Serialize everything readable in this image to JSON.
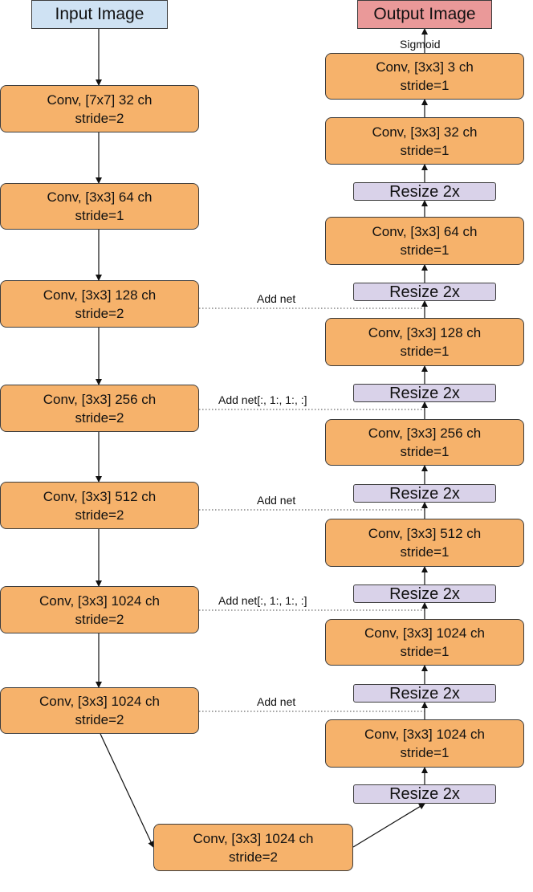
{
  "input_label": "Input Image",
  "output_label": "Output Image",
  "sigmoid_label": "Sigmoid",
  "encoder": [
    {
      "line1": "Conv, [7x7] 32 ch",
      "line2": "stride=2"
    },
    {
      "line1": "Conv, [3x3] 64 ch",
      "line2": "stride=1"
    },
    {
      "line1": "Conv, [3x3] 128 ch",
      "line2": "stride=2"
    },
    {
      "line1": "Conv, [3x3] 256 ch",
      "line2": "stride=2"
    },
    {
      "line1": "Conv, [3x3] 512 ch",
      "line2": "stride=2"
    },
    {
      "line1": "Conv, [3x3] 1024 ch",
      "line2": "stride=2"
    },
    {
      "line1": "Conv, [3x3] 1024 ch",
      "line2": "stride=2"
    }
  ],
  "bottleneck": {
    "line1": "Conv, [3x3] 1024 ch",
    "line2": "stride=2"
  },
  "decoder": [
    {
      "line1": "Conv, [3x3] 3 ch",
      "line2": "stride=1"
    },
    {
      "line1": "Conv, [3x3] 32 ch",
      "line2": "stride=1"
    },
    {
      "line1": "Conv, [3x3] 64 ch",
      "line2": "stride=1"
    },
    {
      "line1": "Conv, [3x3] 128 ch",
      "line2": "stride=1"
    },
    {
      "line1": "Conv, [3x3] 256 ch",
      "line2": "stride=1"
    },
    {
      "line1": "Conv, [3x3] 512 ch",
      "line2": "stride=1"
    },
    {
      "line1": "Conv, [3x3] 1024 ch",
      "line2": "stride=1"
    },
    {
      "line1": "Conv, [3x3] 1024 ch",
      "line2": "stride=1"
    }
  ],
  "resize_label": "Resize 2x",
  "skip_labels": [
    "Add net",
    "Add net[:, 1:, 1:, :]",
    "Add net",
    "Add net[:, 1:, 1:, :]",
    "Add net"
  ],
  "colors": {
    "conv_fill": "#f6b26b",
    "resize_fill": "#d9d2e9",
    "input_fill": "#cfe2f3",
    "output_fill": "#ea9999"
  }
}
